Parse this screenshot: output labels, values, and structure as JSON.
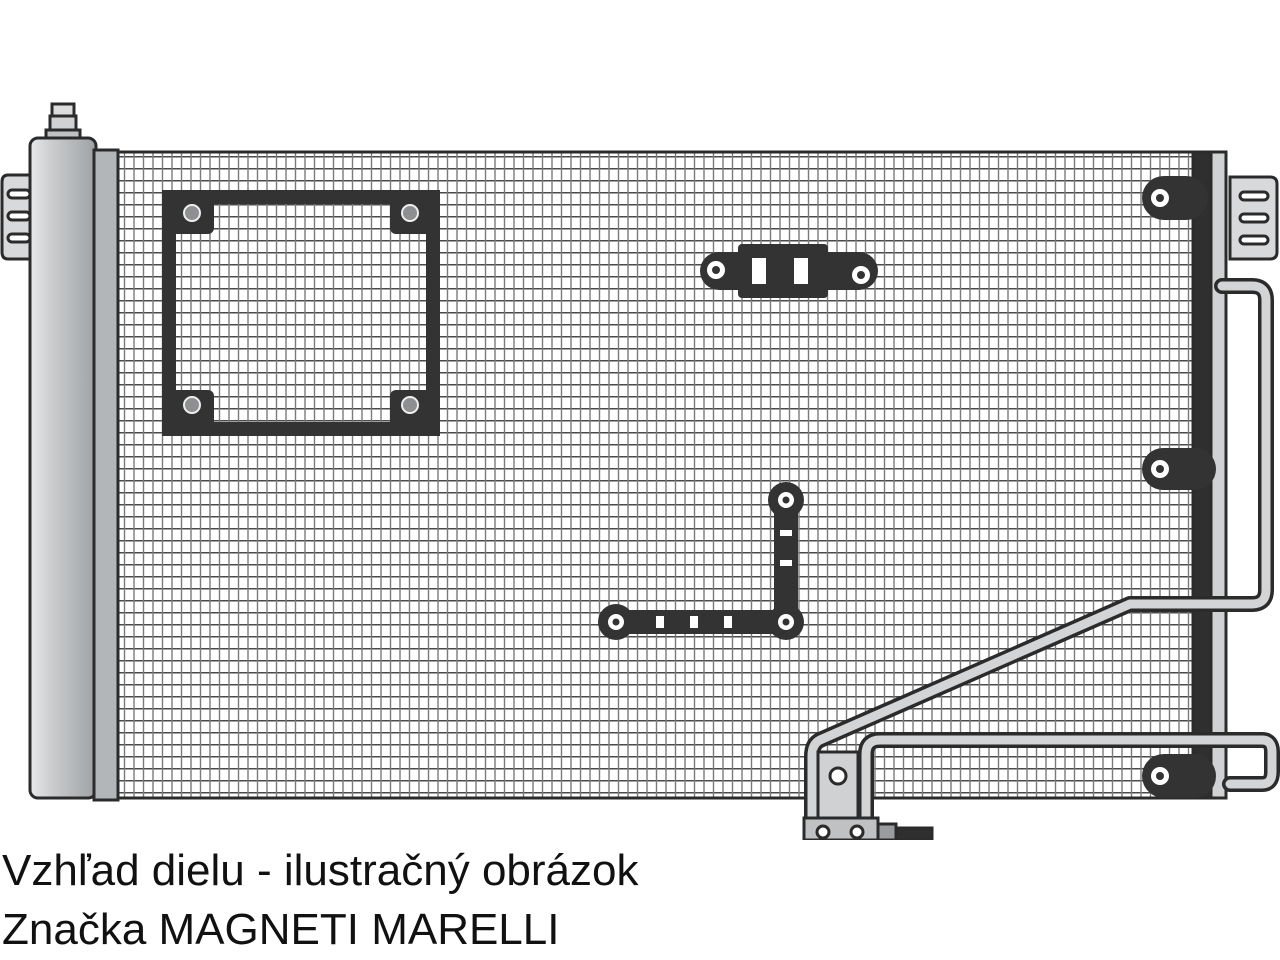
{
  "caption": {
    "line1": "Vzhľad dielu - ilustračný obrázok",
    "line2": "Značka MAGNETI MARELLI"
  },
  "colors": {
    "background": "#ffffff",
    "outline": "#2b2b2b",
    "grid": "#555555",
    "metal": "#c8cacc",
    "bracket": "#3a3a3a",
    "text": "#111111"
  },
  "icons": [
    "radiator-condenser-illustration"
  ]
}
